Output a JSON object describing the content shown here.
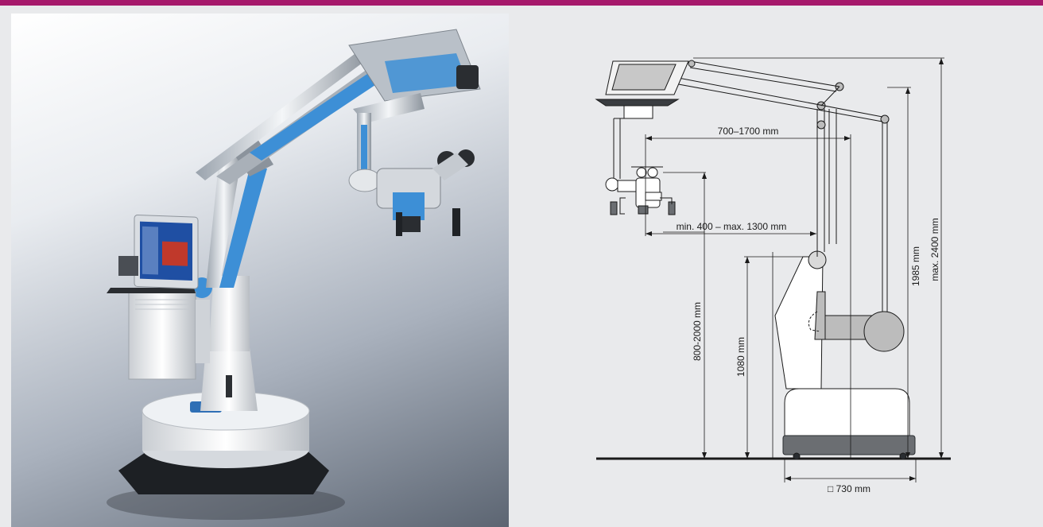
{
  "header": {
    "accent_color": "#a6196b"
  },
  "photo": {
    "subject": "surgical-microscope-on-floor-stand",
    "monitor_color": "#c0392b",
    "accent_color": "#3d8fd6"
  },
  "diagram": {
    "reach_label": "700–1700 mm",
    "working_distance_label": "min. 400 – max. 1300 mm",
    "height_range_label": "800-2000 mm",
    "arm_height_label": "1080 mm",
    "stand_height_label": "1985 mm",
    "max_height_label": "max. 2400 mm",
    "base_label": "□ 730 mm"
  }
}
